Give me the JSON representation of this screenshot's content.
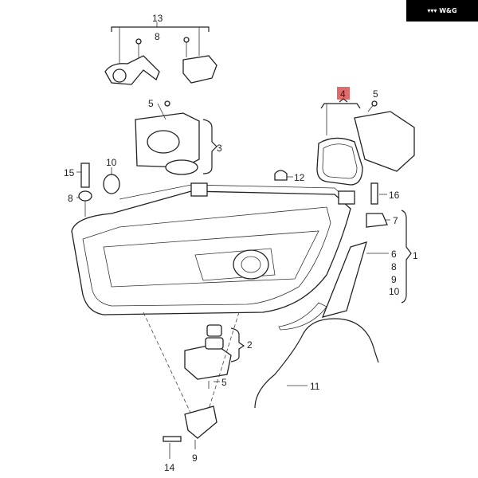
{
  "logo": {
    "text": "W&G",
    "mark": "▾▾▾"
  },
  "callouts": {
    "c13": "13",
    "c8_top": "8",
    "c5_sensor": "5",
    "c3": "3",
    "c10_ring": "10",
    "c15": "15",
    "c8_left": "8",
    "c12": "12",
    "c4": "4",
    "c5_module": "5",
    "c16": "16",
    "c7": "7",
    "c6": "6",
    "c8_right": "8",
    "c9_right": "9",
    "c10_right": "10",
    "c1": "1",
    "c2": "2",
    "c5_bottom": "5",
    "c11": "11",
    "c14": "14",
    "c9_bottom": "9"
  },
  "highlight_color": "#e06b6b"
}
